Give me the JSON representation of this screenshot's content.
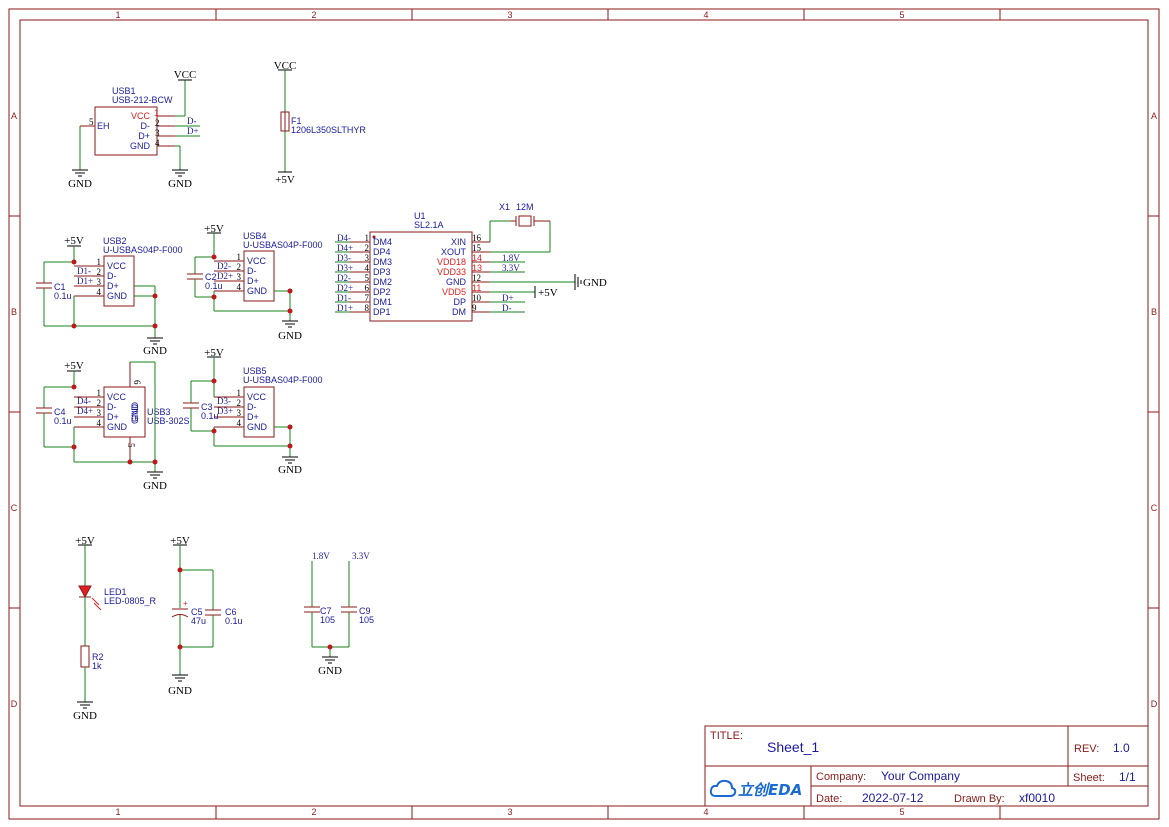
{
  "frame": {
    "cols": [
      "1",
      "2",
      "3",
      "4",
      "5"
    ],
    "rows": [
      "A",
      "B",
      "C",
      "D"
    ]
  },
  "power": {
    "vcc": "VCC",
    "p5v": "+5V",
    "gnd": "GND",
    "v18": "1.8V",
    "v33": "3.3V"
  },
  "usb1": {
    "ref": "USB1",
    "part": "USB-212-BCW",
    "pins": [
      "VCC",
      "D-",
      "D+",
      "GND",
      "EH"
    ],
    "nums": [
      "1",
      "2",
      "3",
      "4",
      "5"
    ],
    "nets": [
      "D-",
      "D+"
    ]
  },
  "f1": {
    "ref": "F1",
    "part": "1206L350SLTHYR"
  },
  "u1": {
    "ref": "U1",
    "part": "SL2.1A",
    "left_pins": [
      "DM4",
      "DP4",
      "DM3",
      "DP3",
      "DM2",
      "DP2",
      "DM1",
      "DP1"
    ],
    "left_nums": [
      "1",
      "2",
      "3",
      "4",
      "5",
      "6",
      "7",
      "8"
    ],
    "left_nets": [
      "D4-",
      "D4+",
      "D3-",
      "D3+",
      "D2-",
      "D2+",
      "D1-",
      "D1+"
    ],
    "right_pins": [
      "XIN",
      "XOUT",
      "VDD18",
      "VDD33",
      "GND",
      "VDD5",
      "DP",
      "DM"
    ],
    "right_nums": [
      "16",
      "15",
      "14",
      "13",
      "12",
      "11",
      "10",
      "9"
    ],
    "right_nets": [
      "1.8V",
      "3.3V",
      "D+",
      "D-"
    ]
  },
  "x1": {
    "ref": "X1",
    "value": "12M"
  },
  "usb2": {
    "ref": "USB2",
    "part": "U-USBAS04P-F000",
    "nets": [
      "D1-",
      "D1+"
    ]
  },
  "usb4": {
    "ref": "USB4",
    "part": "U-USBAS04P-F000",
    "nets": [
      "D2-",
      "D2+"
    ]
  },
  "usb3": {
    "ref": "USB3",
    "part": "USB-302S",
    "nets": [
      "D4-",
      "D4+"
    ],
    "shield": [
      "GND",
      "GND",
      "6",
      "5"
    ]
  },
  "usb5": {
    "ref": "USB5",
    "part": "U-USBAS04P-F000",
    "nets": [
      "D3-",
      "D3+"
    ]
  },
  "usb_pins": [
    "VCC",
    "D-",
    "D+",
    "GND"
  ],
  "usb_nums": [
    "1",
    "2",
    "3",
    "4"
  ],
  "caps": {
    "c1": {
      "ref": "C1",
      "value": "0.1u"
    },
    "c2": {
      "ref": "C2",
      "value": "0.1u"
    },
    "c3": {
      "ref": "C3",
      "value": "0.1u"
    },
    "c4": {
      "ref": "C4",
      "value": "0.1u"
    },
    "c5": {
      "ref": "C5",
      "value": "47u"
    },
    "c6": {
      "ref": "C6",
      "value": "0.1u"
    },
    "c7": {
      "ref": "C7",
      "value": "105"
    },
    "c9": {
      "ref": "C9",
      "value": "105"
    }
  },
  "led1": {
    "ref": "LED1",
    "part": "LED-0805_R"
  },
  "r2": {
    "ref": "R2",
    "value": "1k"
  },
  "title_block": {
    "title_label": "TITLE:",
    "title": "Sheet_1",
    "rev_label": "REV:",
    "rev": "1.0",
    "company_label": "Company:",
    "company": "Your Company",
    "sheet_label": "Sheet:",
    "sheet": "1/1",
    "date_label": "Date:",
    "date": "2022-07-12",
    "drawn_label": "Drawn By:",
    "drawn": "xf0010",
    "logo_text": "立创EDA"
  }
}
